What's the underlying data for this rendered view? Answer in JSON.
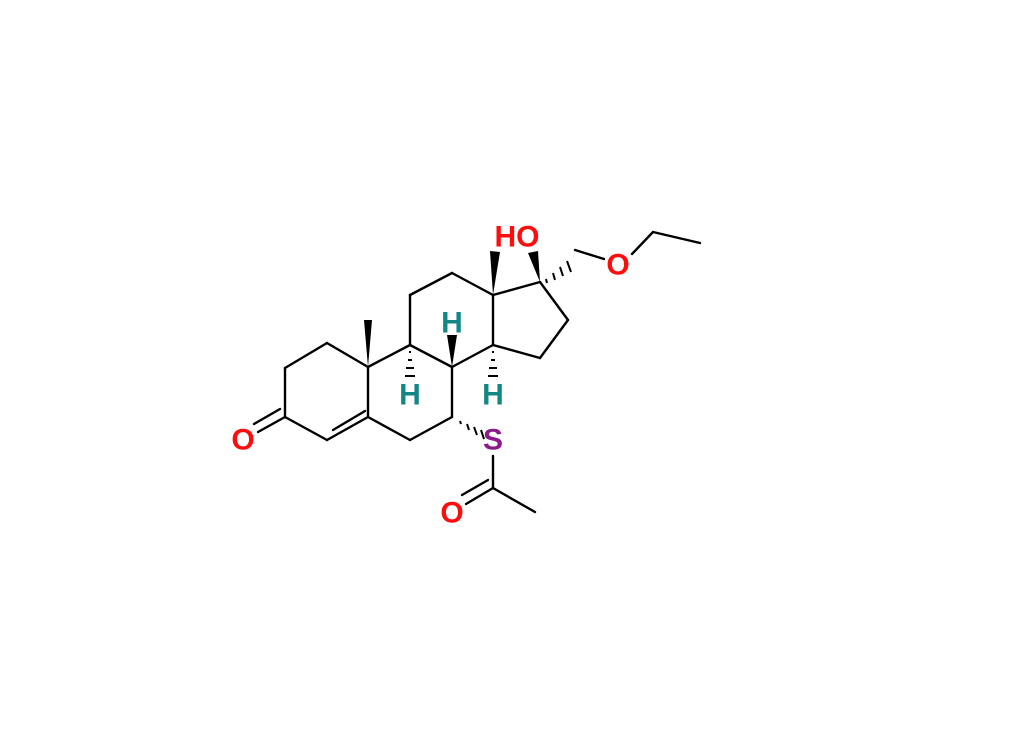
{
  "molecule": {
    "atoms": {
      "o_ketone": {
        "label": "O",
        "color": "#ff0d0d"
      },
      "oh": {
        "label": "HO",
        "color": "#ff0d0d"
      },
      "o_ether": {
        "label": "O",
        "color": "#ff0d0d"
      },
      "s": {
        "label": "S",
        "color": "#8b1a8b"
      },
      "o_acyl": {
        "label": "O",
        "color": "#ff0d0d"
      },
      "h8": {
        "label": "H",
        "color": "#138686"
      },
      "h9": {
        "label": "H",
        "color": "#138686"
      },
      "h14": {
        "label": "H",
        "color": "#138686"
      }
    }
  }
}
